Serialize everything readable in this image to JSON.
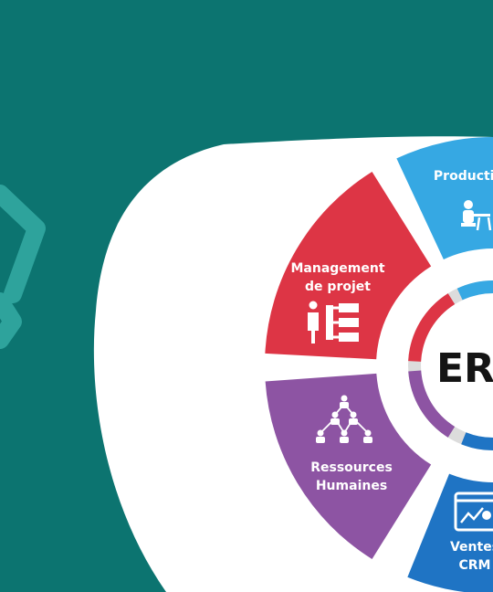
{
  "diagram": {
    "center": {
      "label": "ERP"
    },
    "segments": [
      {
        "id": "production",
        "lines": [
          "Production"
        ],
        "color": "#36a8e3",
        "icon": "worker-at-machine-icon"
      },
      {
        "id": "management-projet",
        "lines": [
          "Management",
          "de projet"
        ],
        "color": "#dd3545",
        "icon": "person-with-org-chart-icon"
      },
      {
        "id": "ressources-humaines",
        "lines": [
          "Ressources",
          "Humaines"
        ],
        "color": "#8d54a3",
        "icon": "people-network-icon"
      },
      {
        "id": "ventes-crm",
        "lines": [
          "Ventes",
          "CRM"
        ],
        "color": "#1f74c4",
        "icon": "sales-screen-icon"
      }
    ],
    "colors": {
      "background": "#0c7470",
      "panel": "#ffffff",
      "ring_gray": "#dcdcdc",
      "outline_mark": "#2ea39c"
    }
  }
}
